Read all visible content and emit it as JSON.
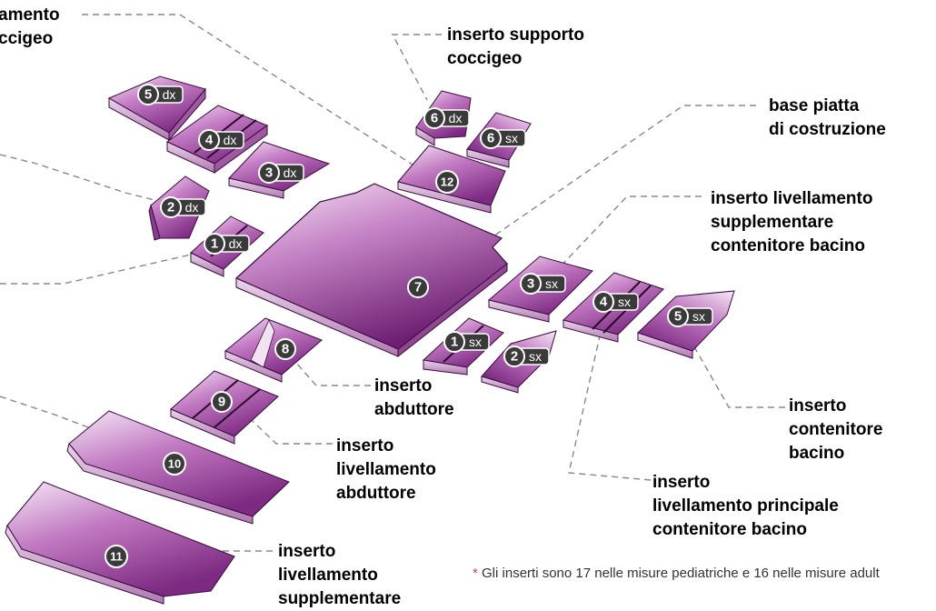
{
  "labels": {
    "livellamento_coccigeo": [
      "amento",
      "ccigeo"
    ],
    "supporto_coccigeo": [
      "inserto supporto",
      "coccigeo"
    ],
    "base_piatta": [
      "base piatta",
      "di costruzione"
    ],
    "livellamento_supplementare_contenitore": [
      "inserto livellamento",
      "supplementare",
      "contenitore bacino"
    ],
    "abduttore": [
      "inserto",
      "abduttore"
    ],
    "livellamento_abduttore": [
      "inserto",
      "livellamento",
      "abduttore"
    ],
    "contenitore_bacino": [
      "inserto",
      "contenitore",
      "bacino"
    ],
    "livellamento_principale": [
      "inserto",
      "livellamento principale",
      "contenitore bacino"
    ],
    "livellamento_supplementare": [
      "inserto",
      "livellamento",
      "supplementare"
    ]
  },
  "footnote": {
    "star": "*",
    "text": "Gli inserti sono 17 nelle misure pediatriche e 16 nelle misure adult"
  },
  "parts": [
    {
      "id": "5dx",
      "number": "5",
      "side": "dx"
    },
    {
      "id": "4dx",
      "number": "4",
      "side": "dx"
    },
    {
      "id": "3dx",
      "number": "3",
      "side": "dx"
    },
    {
      "id": "2dx",
      "number": "2",
      "side": "dx"
    },
    {
      "id": "1dx",
      "number": "1",
      "side": "dx"
    },
    {
      "id": "6dx",
      "number": "6",
      "side": "dx"
    },
    {
      "id": "6sx",
      "number": "6",
      "side": "sx"
    },
    {
      "id": "12",
      "number": "12",
      "side": ""
    },
    {
      "id": "7",
      "number": "7",
      "side": ""
    },
    {
      "id": "3sx",
      "number": "3",
      "side": "sx"
    },
    {
      "id": "4sx",
      "number": "4",
      "side": "sx"
    },
    {
      "id": "5sx",
      "number": "5",
      "side": "sx"
    },
    {
      "id": "1sx",
      "number": "1",
      "side": "sx"
    },
    {
      "id": "2sx",
      "number": "2",
      "side": "sx"
    },
    {
      "id": "8",
      "number": "8",
      "side": ""
    },
    {
      "id": "9",
      "number": "9",
      "side": ""
    },
    {
      "id": "10",
      "number": "10",
      "side": ""
    },
    {
      "id": "11",
      "number": "11",
      "side": ""
    }
  ],
  "colors": {
    "piece_light": "#f4e6f4",
    "piece_mid": "#b866b8",
    "piece_dark": "#6a1e6e",
    "piece_edge": "#3a0a3e",
    "badge": "#3a3a3a",
    "leader": "#888888",
    "footnote_star": "#c43b8a"
  }
}
